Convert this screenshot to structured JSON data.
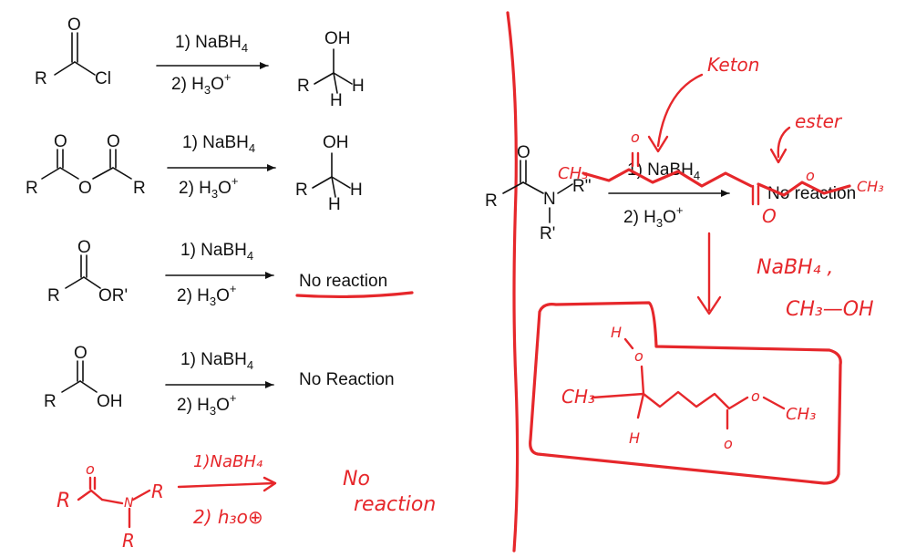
{
  "reactions": [
    {
      "reactant": {
        "carbonyl_o": "O",
        "left_r": "R",
        "right_group": "Cl"
      },
      "reagents": {
        "step1": "1) NaBH",
        "step1_sub": "4",
        "step2": "2) H",
        "step2_sub": "3",
        "step2_tail": "O",
        "step2_sup": "+"
      },
      "product": {
        "oh": "OH",
        "r": "R",
        "h1": "H",
        "h2": "H"
      }
    },
    {
      "reactant": {
        "o1": "O",
        "o2": "O",
        "bridge_o": "O",
        "left_r": "R",
        "right_r": "R"
      },
      "reagents": {
        "step1": "1) NaBH",
        "step1_sub": "4",
        "step2": "2) H",
        "step2_sub": "3",
        "step2_tail": "O",
        "step2_sup": "+"
      },
      "product": {
        "oh": "OH",
        "r": "R",
        "h1": "H",
        "h2": "H"
      }
    },
    {
      "reactant": {
        "carbonyl_o": "O",
        "left_r": "R",
        "right_group": "OR'"
      },
      "reagents": {
        "step1": "1) NaBH",
        "step1_sub": "4",
        "step2": "2) H",
        "step2_sub": "3",
        "step2_tail": "O",
        "step2_sup": "+"
      },
      "result": "No reaction"
    },
    {
      "reactant": {
        "carbonyl_o": "O",
        "left_r": "R",
        "right_group": "OH"
      },
      "reagents": {
        "step1": "1) NaBH",
        "step1_sub": "4",
        "step2": "2) H",
        "step2_sub": "3",
        "step2_tail": "O",
        "step2_sup": "+"
      },
      "result": "No Reaction"
    }
  ],
  "amide_reaction": {
    "reactant": {
      "carbonyl_o": "O",
      "left_r": "R",
      "n": "N",
      "r_double_prime": "R\"",
      "r_prime": "R'"
    },
    "reagents": {
      "step1": "1) NaBH",
      "step1_sub": "4",
      "step2": "2) H",
      "step2_sub": "3",
      "step2_tail": "O",
      "step2_sup": "+"
    },
    "result": "No reaction"
  },
  "handwritten": {
    "bottom_amide": {
      "r_left": "R",
      "o": "o",
      "n": "N",
      "r_right": "R",
      "r_down": "R"
    },
    "bottom_reagents": {
      "step1": "1)NaBH₄",
      "step2": "2) h₃o⊕"
    },
    "bottom_result": {
      "line1": "No",
      "line2": "reaction"
    },
    "ketone_label": "Keton",
    "ester_label": "ester",
    "ketone_o": "o",
    "ester_o": "o",
    "ch3_left": "CH₃",
    "ch3_right": "CH₃",
    "ester_o_bottom": "O",
    "reagent_line1": "NaBH₄ ,",
    "reagent_line2": "CH₃—OH",
    "product": {
      "h": "H",
      "o": "o",
      "ch3": "CH₃",
      "h_bottom": "H",
      "o_bottom": "o",
      "o_ester": "o",
      "ch3_end": "CH₃"
    }
  },
  "colors": {
    "ink": "#e6272b",
    "text": "#111111",
    "background": "#ffffff"
  }
}
